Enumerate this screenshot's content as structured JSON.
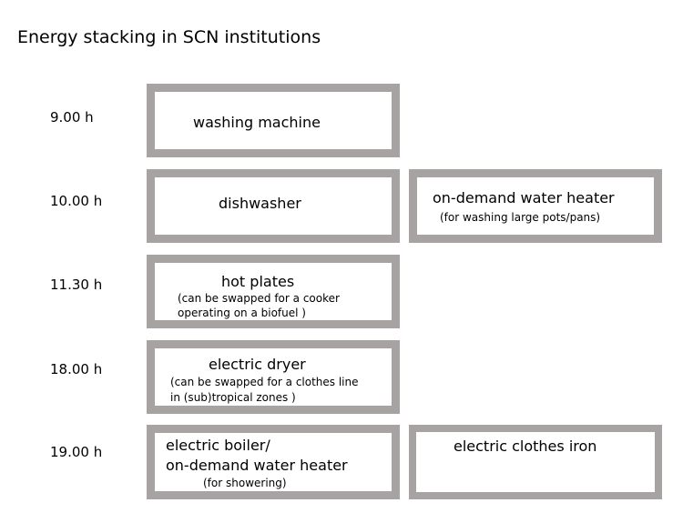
{
  "title": "Energy stacking in SCN institutions",
  "colors": {
    "box_border": "#a7a3a2",
    "background": "#ffffff",
    "text": "#000000"
  },
  "rows": [
    {
      "time": "9.00 h",
      "boxes": [
        {
          "label": "washing machine"
        }
      ]
    },
    {
      "time": "10.00 h",
      "boxes": [
        {
          "label": "dishwasher"
        },
        {
          "label": "on-demand water heater",
          "note": "(for washing large pots/pans)"
        }
      ]
    },
    {
      "time": "11.30 h",
      "boxes": [
        {
          "label": "hot plates",
          "note1": "(can be swapped for a cooker",
          "note2": "operating on a biofuel )"
        }
      ]
    },
    {
      "time": "18.00 h",
      "boxes": [
        {
          "label": "electric dryer",
          "note1": "(can be swapped for a clothes line",
          "note2": "in (sub)tropical zones )"
        }
      ]
    },
    {
      "time": "19.00 h",
      "boxes": [
        {
          "label1": "electric boiler/",
          "label2": "on-demand water heater",
          "note": "(for showering)"
        },
        {
          "label": "electric clothes iron"
        }
      ]
    }
  ]
}
